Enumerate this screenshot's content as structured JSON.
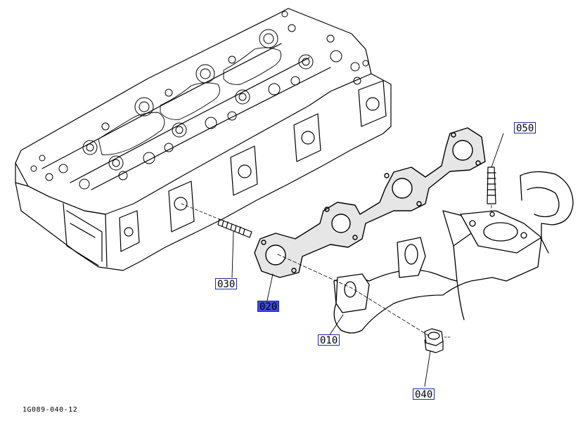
{
  "diagram": {
    "figure_code": "1G089-040-12",
    "callouts": [
      {
        "id": "part-050",
        "label": "050",
        "selected": false
      },
      {
        "id": "part-030",
        "label": "030",
        "selected": false
      },
      {
        "id": "part-020",
        "label": "020",
        "selected": true
      },
      {
        "id": "part-010",
        "label": "010",
        "selected": false
      },
      {
        "id": "part-040",
        "label": "040",
        "selected": false
      }
    ],
    "parts": [
      "cylinder-head",
      "gasket",
      "stud",
      "exhaust-manifold",
      "nut"
    ]
  }
}
